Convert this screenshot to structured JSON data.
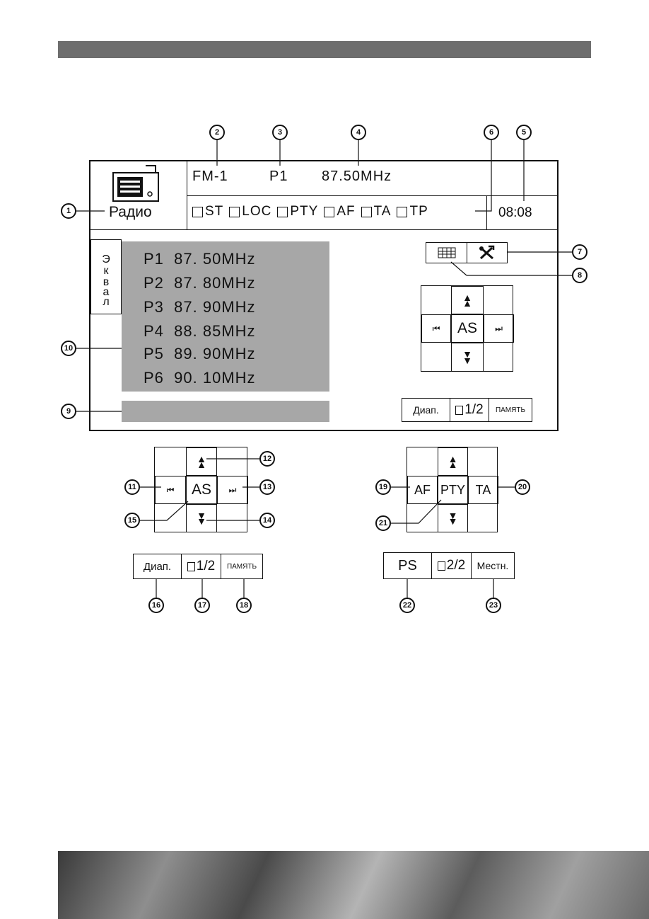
{
  "screen": {
    "source_label": "Радио",
    "band": "FM-1",
    "preset": "P1",
    "frequency": "87.50MHz",
    "clock": "08:08",
    "indicators": [
      "ST",
      "LOC",
      "PTY",
      "AF",
      "TA",
      "TP"
    ],
    "eq_tab_letters": [
      "Э",
      "к",
      "в",
      "а",
      "л"
    ],
    "presets": [
      {
        "label": "P1",
        "freq": "87. 50MHz"
      },
      {
        "label": "P2",
        "freq": "87. 80MHz"
      },
      {
        "label": "P3",
        "freq": "87. 90MHz"
      },
      {
        "label": "P4",
        "freq": "88. 85MHz"
      },
      {
        "label": "P5",
        "freq": "89. 90MHz"
      },
      {
        "label": "P6",
        "freq": "90. 10MHz"
      }
    ],
    "as_label": "AS",
    "bottom_buttons": {
      "band": "Диап.",
      "page": "1/2",
      "memory": "ПАМЯТЬ"
    }
  },
  "detail_left": {
    "center": "AS",
    "buttons": {
      "band": "Диап.",
      "page": "1/2",
      "memory": "ПАМЯТЬ"
    }
  },
  "detail_right": {
    "left": "AF",
    "center": "PTY",
    "right": "TA",
    "buttons": {
      "ps": "PS",
      "page": "2/2",
      "local": "Местн."
    }
  },
  "callouts": [
    "1",
    "2",
    "3",
    "4",
    "5",
    "6",
    "7",
    "8",
    "9",
    "10",
    "11",
    "12",
    "13",
    "14",
    "15",
    "16",
    "17",
    "18",
    "19",
    "20",
    "21",
    "22",
    "23"
  ],
  "icons": [
    "radio-icon",
    "grid-icon",
    "tools-icon",
    "seek-up-icon",
    "seek-down-icon",
    "prev-track-icon",
    "next-track-icon",
    "page-icon"
  ],
  "colors": {
    "panel": "#a7a7a7",
    "topbar": "#6e6e6e"
  }
}
